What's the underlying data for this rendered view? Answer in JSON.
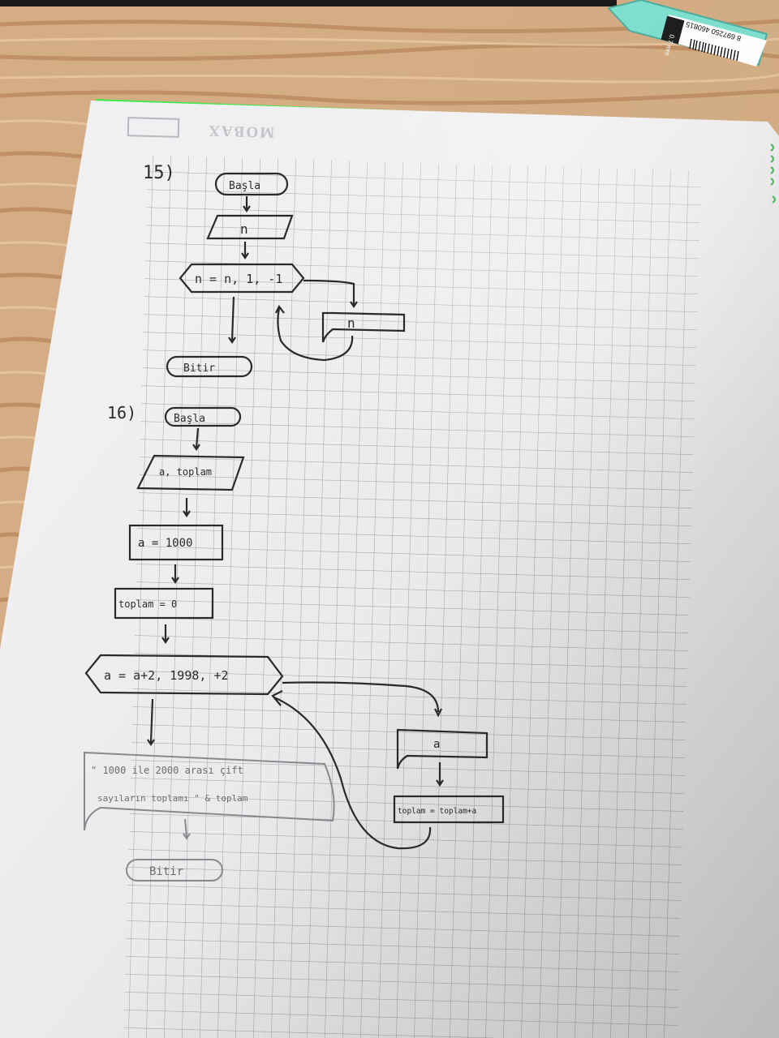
{
  "pen": {
    "size_label": "0.7 mm",
    "barcode_number": "8 697250 460815"
  },
  "notebook": {
    "header_brand": "MOBAX"
  },
  "flowchart_15": {
    "label": "15)",
    "start": "Başla",
    "input": "n",
    "loop": "n = n, 1, -1",
    "output": "n",
    "end": "Bitir"
  },
  "flowchart_16": {
    "label": "16)",
    "start": "Başla",
    "declare": "a, toplam",
    "assign_a": "a = 1000",
    "assign_toplam": "toplam = 0",
    "loop": "a = a+2, 1998, +2",
    "output_a": "a",
    "accumulate": "toplam = toplam+a",
    "display_line1": "\" 1000 ile 2000 arası çift",
    "display_line2": "sayıların toplamı \" & toplam",
    "end": "Bitir"
  },
  "colors": {
    "wood_light": "#d9b58c",
    "wood_dark": "#a9784f",
    "paper": "#f1f1f3",
    "grid_line": "#8f8f96",
    "notebook_edge_green": "#3ee94a",
    "pen_body": "#7ee0cf",
    "ink": "#2a2a2a"
  }
}
